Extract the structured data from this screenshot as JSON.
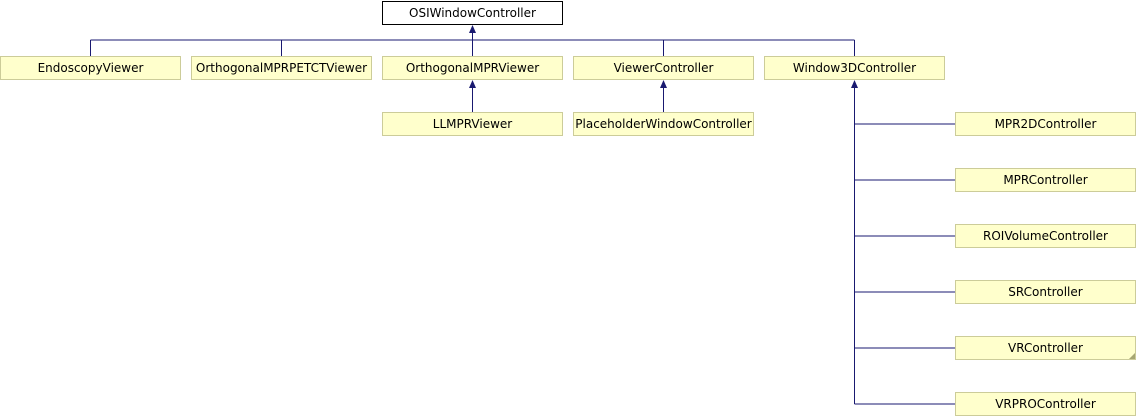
{
  "root": {
    "id": "osi",
    "label": "OSIWindowController"
  },
  "level1": [
    {
      "id": "endo",
      "label": "EndoscopyViewer"
    },
    {
      "id": "ompet",
      "label": "OrthogonalMPRPETCTViewer"
    },
    {
      "id": "omprv",
      "label": "OrthogonalMPRViewer"
    },
    {
      "id": "vc",
      "label": "ViewerController"
    },
    {
      "id": "w3d",
      "label": "Window3DController"
    }
  ],
  "level2": [
    {
      "id": "llmpr",
      "label": "LLMPRViewer",
      "parent": "omprv"
    },
    {
      "id": "pwc",
      "label": "PlaceholderWindowController",
      "parent": "vc"
    }
  ],
  "w3d_children": [
    {
      "id": "mpr2d",
      "label": "MPR2DController"
    },
    {
      "id": "mprc",
      "label": "MPRController"
    },
    {
      "id": "roi",
      "label": "ROIVolumeController"
    },
    {
      "id": "src",
      "label": "SRController"
    },
    {
      "id": "vrc",
      "label": "VRController",
      "folded": true
    },
    {
      "id": "vrpro",
      "label": "VRPROController"
    }
  ],
  "colors": {
    "edge": "#191970",
    "node_fill": "#ffffcc",
    "node_border": "#cccc99"
  }
}
